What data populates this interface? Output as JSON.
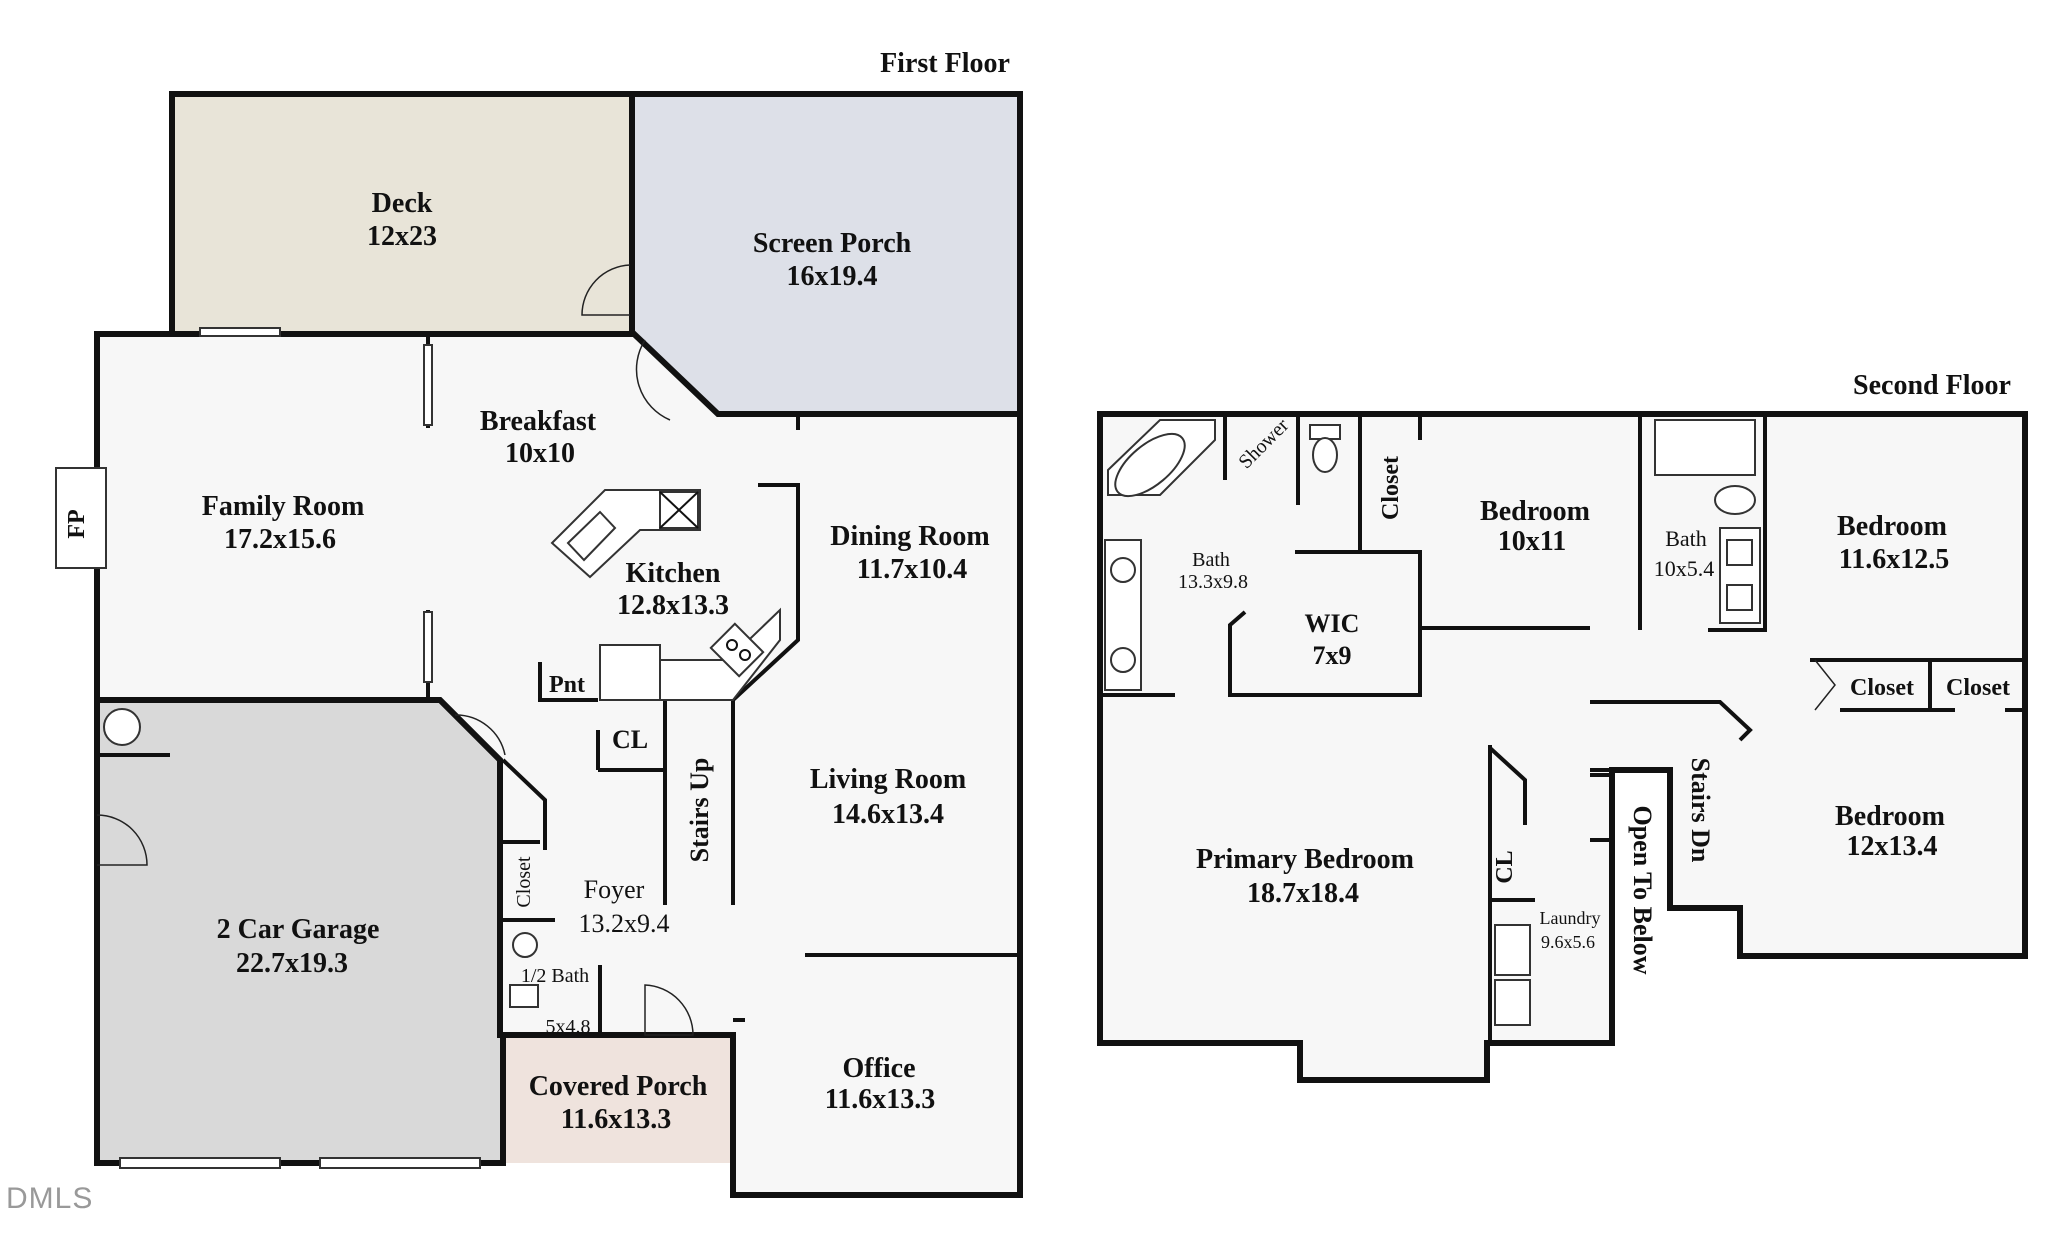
{
  "floors": {
    "first_title": "First Floor",
    "second_title": "Second Floor"
  },
  "colors": {
    "deck": "#e8e4d8",
    "screen_porch": "#dde0e8",
    "garage": "#d9d9d9",
    "covered_porch": "#efe3dd",
    "interior": "#f7f7f7",
    "wall": "#111111"
  },
  "rooms": {
    "deck": {
      "name": "Deck",
      "dim": "12x23"
    },
    "screen_porch": {
      "name": "Screen Porch",
      "dim": "16x19.4"
    },
    "breakfast": {
      "name": "Breakfast",
      "dim": "10x10"
    },
    "family_room": {
      "name": "Family Room",
      "dim": "17.2x15.6"
    },
    "kitchen": {
      "name": "Kitchen",
      "dim": "12.8x13.3"
    },
    "dining_room": {
      "name": "Dining Room",
      "dim": "11.7x10.4"
    },
    "living_room": {
      "name": "Living Room",
      "dim": "14.6x13.4"
    },
    "garage": {
      "name": "2 Car Garage",
      "dim": "22.7x19.3"
    },
    "foyer": {
      "name": "Foyer",
      "dim": "13.2x9.4"
    },
    "half_bath": {
      "name": "1/2 Bath",
      "dim": "5x4.8"
    },
    "covered_porch": {
      "name": "Covered Porch",
      "dim": "11.6x13.3"
    },
    "office": {
      "name": "Office",
      "dim": "11.6x13.3"
    },
    "bath_primary": {
      "name": "Bath",
      "dim": "13.3x9.8"
    },
    "bedroom_a": {
      "name": "Bedroom",
      "dim": "10x11"
    },
    "bath_hall": {
      "name": "Bath",
      "dim": "10x5.4"
    },
    "bedroom_b": {
      "name": "Bedroom",
      "dim": "11.6x12.5"
    },
    "wic": {
      "name": "WIC",
      "dim": "7x9"
    },
    "primary_bedroom": {
      "name": "Primary Bedroom",
      "dim": "18.7x18.4"
    },
    "laundry": {
      "name": "Laundry",
      "dim": "9.6x5.6"
    },
    "bedroom_c": {
      "name": "Bedroom",
      "dim": "12x13.4"
    }
  },
  "labels": {
    "fp": "FP",
    "pnt": "Pnt",
    "cl_first": "CL",
    "stairs_up": "Stairs Up",
    "closet_first": "Closet",
    "shower": "Shower",
    "closet_wic_top": "Closet",
    "closet_1": "Closet",
    "closet_2": "Closet",
    "cl_second": "CL",
    "open_to_below": "Open To Below",
    "stairs_dn": "Stairs Dn"
  },
  "watermark": "DMLS"
}
